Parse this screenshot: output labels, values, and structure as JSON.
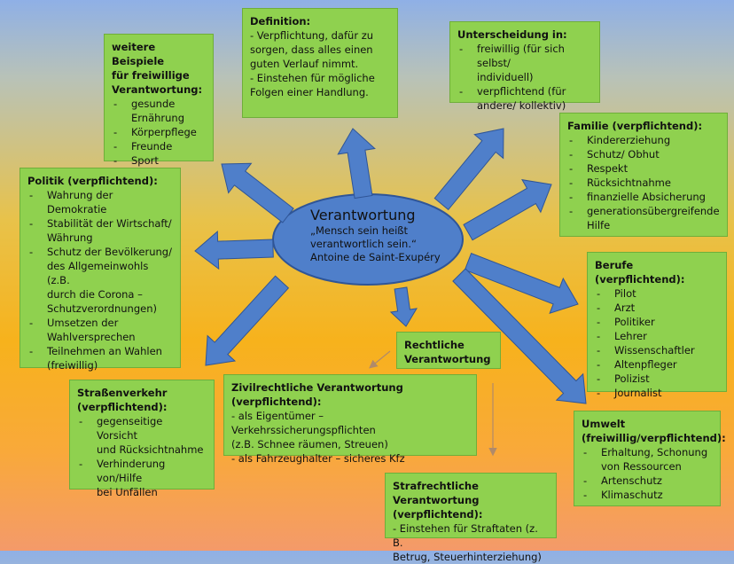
{
  "center": {
    "title": "Verantwortung",
    "quote": "„Mensch sein heißt\nverantwortlich sein.“",
    "author": "Antoine de Saint-Exupéry"
  },
  "definition": {
    "title": "Definition:",
    "items": [
      "- Verpflichtung, dafür zu\nsorgen, dass alles einen\nguten Verlauf nimmt.",
      "- Einstehen für mögliche\nFolgen einer Handlung."
    ]
  },
  "beispiele": {
    "title": "weitere Beispiele\nfür freiwillige\nVerantwortung:",
    "items": [
      "gesunde\nErnährung",
      "Körperpflege",
      "Freunde",
      "Sport"
    ]
  },
  "unterscheidung": {
    "title": "Unterscheidung in:",
    "items": [
      "freiwillig (für sich selbst/\nindividuell)",
      "verpflichtend (für\nandere/ kollektiv)"
    ]
  },
  "familie": {
    "title": "Familie (verpflichtend):",
    "items": [
      "Kindererziehung",
      "Schutz/ Obhut",
      "Respekt",
      "Rücksichtnahme",
      "finanzielle Absicherung",
      "generationsübergreifende\nHilfe"
    ]
  },
  "politik": {
    "title": "Politik (verpflichtend):",
    "items": [
      "Wahrung der Demokratie",
      "Stabilität der Wirtschaft/\nWährung",
      "Schutz der Bevölkerung/\ndes Allgemeinwohls (z.B.\ndurch die  Corona –\nSchutzverordnungen)",
      "Umsetzen der\nWahlversprechen",
      "Teilnehmen an Wahlen\n(freiwillig)"
    ]
  },
  "berufe": {
    "title": "Berufe (verpflichtend):",
    "items": [
      "Pilot",
      "Arzt",
      "Politiker",
      "Lehrer",
      "Wissenschaftler",
      "Altenpfleger",
      "Polizist",
      "Journalist"
    ]
  },
  "rechtlich": {
    "title": "Rechtliche\nVerantwortung"
  },
  "strasse": {
    "title": "Straßenverkehr\n(verpflichtend):",
    "items": [
      "gegenseitige Vorsicht\nund Rücksichtnahme",
      "Verhinderung von/Hilfe\nbei Unfällen"
    ]
  },
  "zivil": {
    "title": "Zivilrechtliche Verantwortung\n(verpflichtend):",
    "items": [
      "- als Eigentümer – Verkehrssicherungspflichten\n(z.B. Schnee räumen, Streuen)",
      "- als Fahrzeughalter – sicheres Kfz"
    ]
  },
  "umwelt": {
    "title": "Umwelt\n(freiwillig/verpflichtend):",
    "items": [
      "Erhaltung, Schonung\nvon Ressourcen",
      "Artenschutz",
      "Klimaschutz"
    ]
  },
  "straf": {
    "title": "Strafrechtliche Verantwortung\n(verpflichtend):",
    "items": [
      "- Einstehen für Straftaten (z. B.\nBetrug, Steuerhinterziehung)"
    ]
  },
  "colors": {
    "box": "#8fd14f",
    "arrow": "#4f7fca",
    "arrow_outline": "#2f5597",
    "ellipse": "#4f7fca",
    "thin_arrow": "#b08a6a"
  }
}
